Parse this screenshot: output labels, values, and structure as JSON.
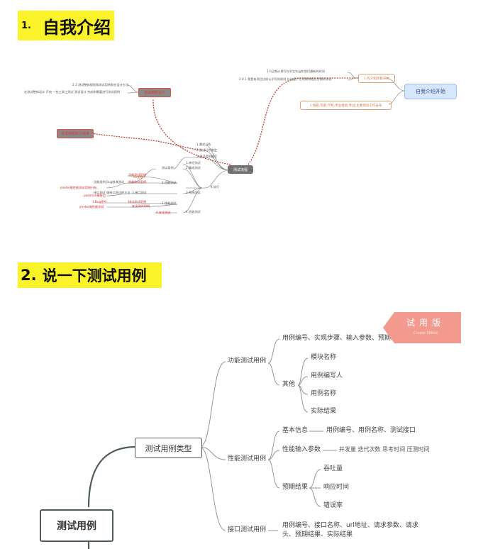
{
  "section1": {
    "number": "1.",
    "title": "自我介绍"
  },
  "section2": {
    "number": "2.",
    "title": "说一下测试用例"
  },
  "map1": {
    "start": "自我介绍开始",
    "opening": "1.先介绍项目开始",
    "opening_detail_1": "1.0日期计划写在学生毕业和我们最新的时间",
    "opening_detail_2": "2.0.1 我是有项目比较认识写的原则 在这里产生的期待相应合格的测试",
    "info": "1.姓名,年龄,学校,专业经验,专业,主要测试工作分布",
    "process": "测试流程",
    "red_center": "测试用例设计",
    "red_detail_1": "2.1 测试整体规划和测试用例和在设计方法",
    "red_detail_2": "在测试整体设计 开始 一些工具上测试 测试设计 完成和需要进行测试用例",
    "red_left": "测试用例执行结果",
    "p1": "1.需求分析",
    "p2": "2.测试计划制定",
    "p3": "3.测试用例编写",
    "p4": "4.执行",
    "b1": "1.单元测试",
    "b2": "2.集成测试",
    "b3": "3.系统测试",
    "b4": "4.验收测试",
    "func": "测试用例",
    "f1": "1.功能测试",
    "f2": "2.性能测试",
    "f3": "3.接口测试",
    "f4": "4.安全测试",
    "r1": "功能测试用例",
    "r2": "性能测试用例",
    "r3": "接口测试用例",
    "r4": "安全测试用例",
    "l1": "功能用例 Bug修改测试",
    "l2": "jmeter做性能测试用例分析",
    "l3": "接口测试 做接口测试的方法",
    "l4": "postman做接口",
    "l5": "1.Bug提交",
    "l6": "jmeter做性能测试",
    "l7": "Bug统计"
  },
  "map2": {
    "root": "测试用例",
    "type": "测试用例类型",
    "func": "功能测试用例",
    "func_detail": "用例编号、实现步骤、输入参数、预期结果",
    "other": "其他",
    "other_items": [
      "模块名称",
      "用例编写人",
      "用例名称",
      "实际结果"
    ],
    "perf": "性能测试用例",
    "basic": "基本信息",
    "basic_detail": "用例编号、用例名称、测试接口",
    "input": "性能输入参数",
    "input_detail": "并发量 迭代次数 思考时间 压测时间",
    "expect": "预期结果",
    "expect_items": [
      "吞吐量",
      "响应时间",
      "错误率"
    ],
    "api": "接口测试用例",
    "api_detail_1": "用例编号、接口名称、url地址、请求参数、请求",
    "api_detail_2": "头、预期结果、实际结果"
  },
  "ribbon": {
    "title": "试用版",
    "subtitle": "Create XMind"
  }
}
